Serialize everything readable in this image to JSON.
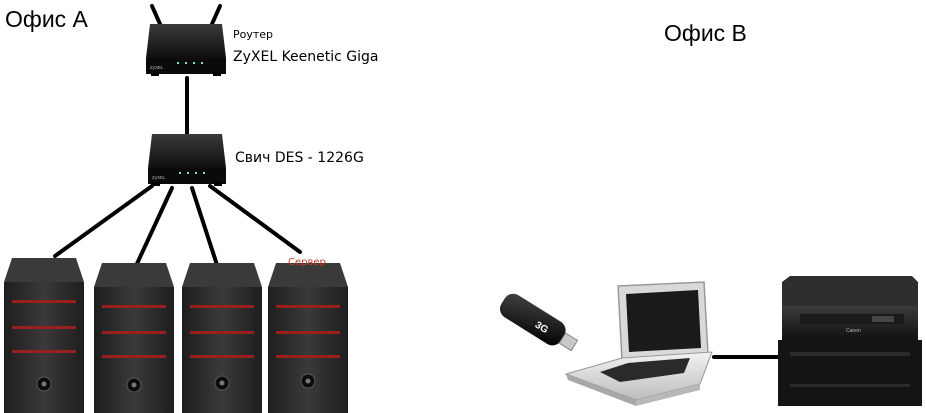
{
  "offices": {
    "a_label": "Офис А",
    "b_label": "Офис В"
  },
  "router": {
    "caption": "Роутер",
    "model": "ZyXEL Keenetic Giga",
    "brand": "ZyXEL"
  },
  "switch": {
    "model": "Свич DES - 1226G",
    "brand": "ZyXEL"
  },
  "server": {
    "label": "Сервер"
  },
  "modem": {
    "brand": "3G"
  },
  "printer": {
    "brand": "Canon"
  },
  "colors": {
    "server_label": "#c0392b",
    "tower_stripe": "#9a1f1f",
    "tower_body": "#2c2c2c",
    "cable": "#000000"
  }
}
